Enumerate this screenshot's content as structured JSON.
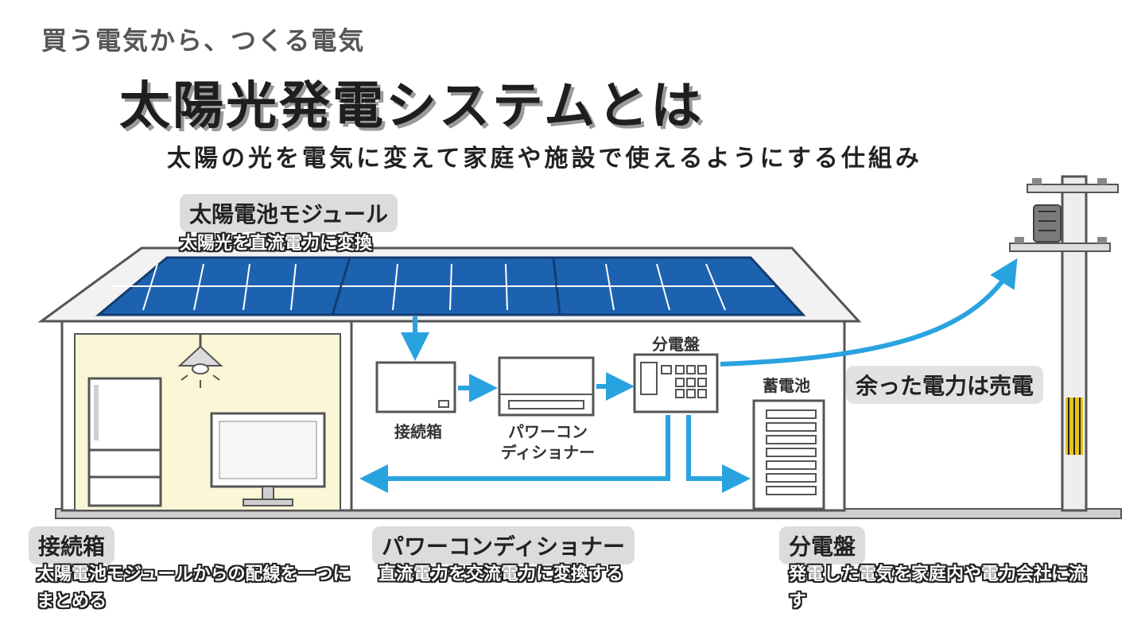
{
  "header": {
    "kicker": "買う電気から、つくる電気",
    "title": "太陽光発電システムとは",
    "subtitle": "太陽の光を電気に変えて家庭や施設で使えるようにする仕組み"
  },
  "module": {
    "label": "太陽電池モジュール",
    "description": "太陽光を直流電力に変換"
  },
  "devices": {
    "junction_box": "接続箱",
    "power_conditioner": "パワーコン\nディショナー",
    "distribution_board": "分電盤",
    "battery": "蓄電池"
  },
  "surplus": {
    "label": "余った電力は売電"
  },
  "captions": {
    "junction": {
      "title": "接続箱",
      "description": "太陽電池モジュールからの配線を一つにまとめる"
    },
    "pcs": {
      "title": "パワーコンディショナー",
      "description": "直流電力を交流電力に変換する"
    },
    "panel": {
      "title": "分電盤",
      "description": "発電した電気を家庭内や電力会社に流す"
    }
  },
  "colors": {
    "solar_blue": "#1d62b0",
    "arrow_blue": "#29a3e0",
    "room_yellow": "#faf6d6",
    "pill_gray": "#dcdcdc"
  },
  "icons": [
    "ceiling-lamp-icon",
    "refrigerator-icon",
    "tv-monitor-icon",
    "utility-pole-icon"
  ]
}
